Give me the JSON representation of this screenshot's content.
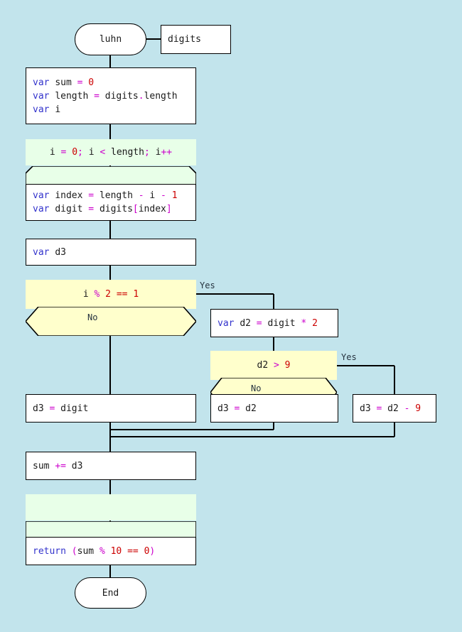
{
  "diagram": {
    "type": "flowchart",
    "title": "luhn",
    "background_color": "#c2e4ec",
    "node_fill_default": "#ffffff",
    "decision_fill": "#ffffcc",
    "loop_fill": "#e8ffe8",
    "stroke_color": "#000000",
    "syntax_colors": {
      "keyword": "#3333cc",
      "number": "#cc0000",
      "operator": "#cc00cc",
      "identifier": "#1a1a1a"
    }
  },
  "nodes": {
    "start": {
      "label": "luhn",
      "shape": "stadium"
    },
    "param": {
      "label": "digits",
      "shape": "rect"
    },
    "declare": {
      "shape": "rect",
      "lines": [
        "var sum = 0",
        "var length = digits.length",
        "var i"
      ]
    },
    "loop_start": {
      "shape": "loop-start",
      "label": "i = 0; i < length; i++"
    },
    "index": {
      "shape": "rect",
      "lines": [
        "var index = length - i - 1",
        "var digit = digits[index]"
      ]
    },
    "declare_d3": {
      "shape": "rect",
      "label": "var d3"
    },
    "decision_odd": {
      "shape": "decision",
      "label": "i % 2 == 1"
    },
    "double": {
      "shape": "rect",
      "label": "var d2 = digit * 2"
    },
    "decision_gt9": {
      "shape": "decision",
      "label": "d2 > 9"
    },
    "d3_digit": {
      "shape": "rect",
      "label": "d3 = digit"
    },
    "d3_d2": {
      "shape": "rect",
      "label": "d3 = d2"
    },
    "d3_d2_minus9": {
      "shape": "rect",
      "label": "d3 = d2 - 9"
    },
    "accumulate": {
      "shape": "rect",
      "label": "sum += d3"
    },
    "loop_end": {
      "shape": "loop-end",
      "label": ""
    },
    "return": {
      "shape": "rect",
      "label": "return (sum % 10 == 0)"
    },
    "end": {
      "label": "End",
      "shape": "stadium"
    }
  },
  "edge_labels": {
    "odd_yes": "Yes",
    "odd_no": "No",
    "gt9_yes": "Yes",
    "gt9_no": "No"
  }
}
